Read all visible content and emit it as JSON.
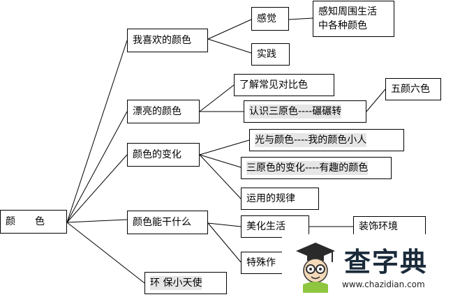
{
  "nodes": {
    "root": "颜　　色",
    "like": "我喜欢的颜色",
    "feel": "感觉",
    "feel_detail": [
      "感知周围生活",
      "中各种颜色"
    ],
    "practice": "实践",
    "pretty": "漂亮的颜色",
    "contrast": "了解常见对比色",
    "primaries": "认识三原色----碾碾转",
    "five_six": "五颜六色",
    "change": "颜色的变化",
    "light": "光与颜色----我的颜色小人",
    "three_change": "三原色的变化----有趣的颜色",
    "rules": "运用的规律",
    "use": "颜色能干什么",
    "beautify": "美化生活",
    "decorate": "装饰环境",
    "special": "特殊作",
    "eco": "环 保小天使"
  },
  "watermark": {
    "title": "查字典",
    "url": "www.chazidian.com"
  }
}
